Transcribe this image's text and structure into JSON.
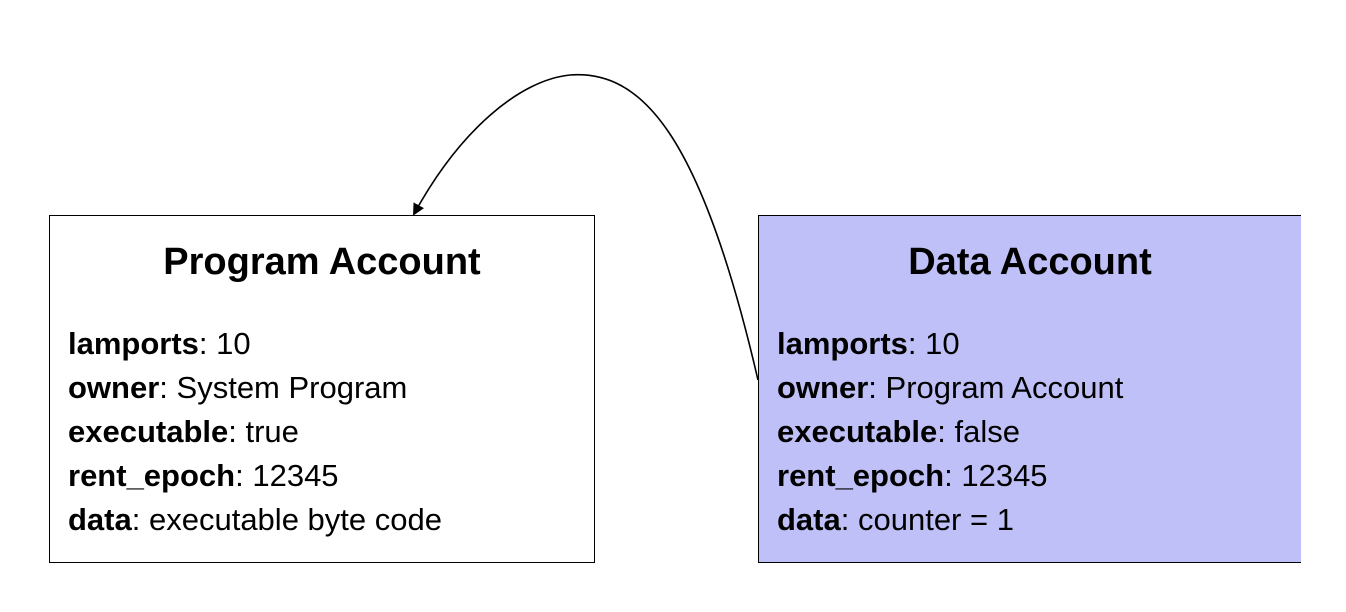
{
  "colors": {
    "program_fill": "#ffffff",
    "data_fill": "#c0c0f8",
    "stroke": "#000000"
  },
  "program_account": {
    "title": "Program Account",
    "fields": [
      {
        "key": "lamports",
        "value": "10"
      },
      {
        "key": "owner",
        "value": "System Program"
      },
      {
        "key": "executable",
        "value": "true"
      },
      {
        "key": "rent_epoch",
        "value": "12345"
      },
      {
        "key": "data",
        "value": "executable byte code"
      }
    ]
  },
  "data_account": {
    "title": "Data Account",
    "fields": [
      {
        "key": "lamports",
        "value": "10"
      },
      {
        "key": "owner",
        "value": "Program Account"
      },
      {
        "key": "executable",
        "value": "false"
      },
      {
        "key": "rent_epoch",
        "value": "12345"
      },
      {
        "key": "data",
        "value": "counter = 1"
      }
    ]
  }
}
